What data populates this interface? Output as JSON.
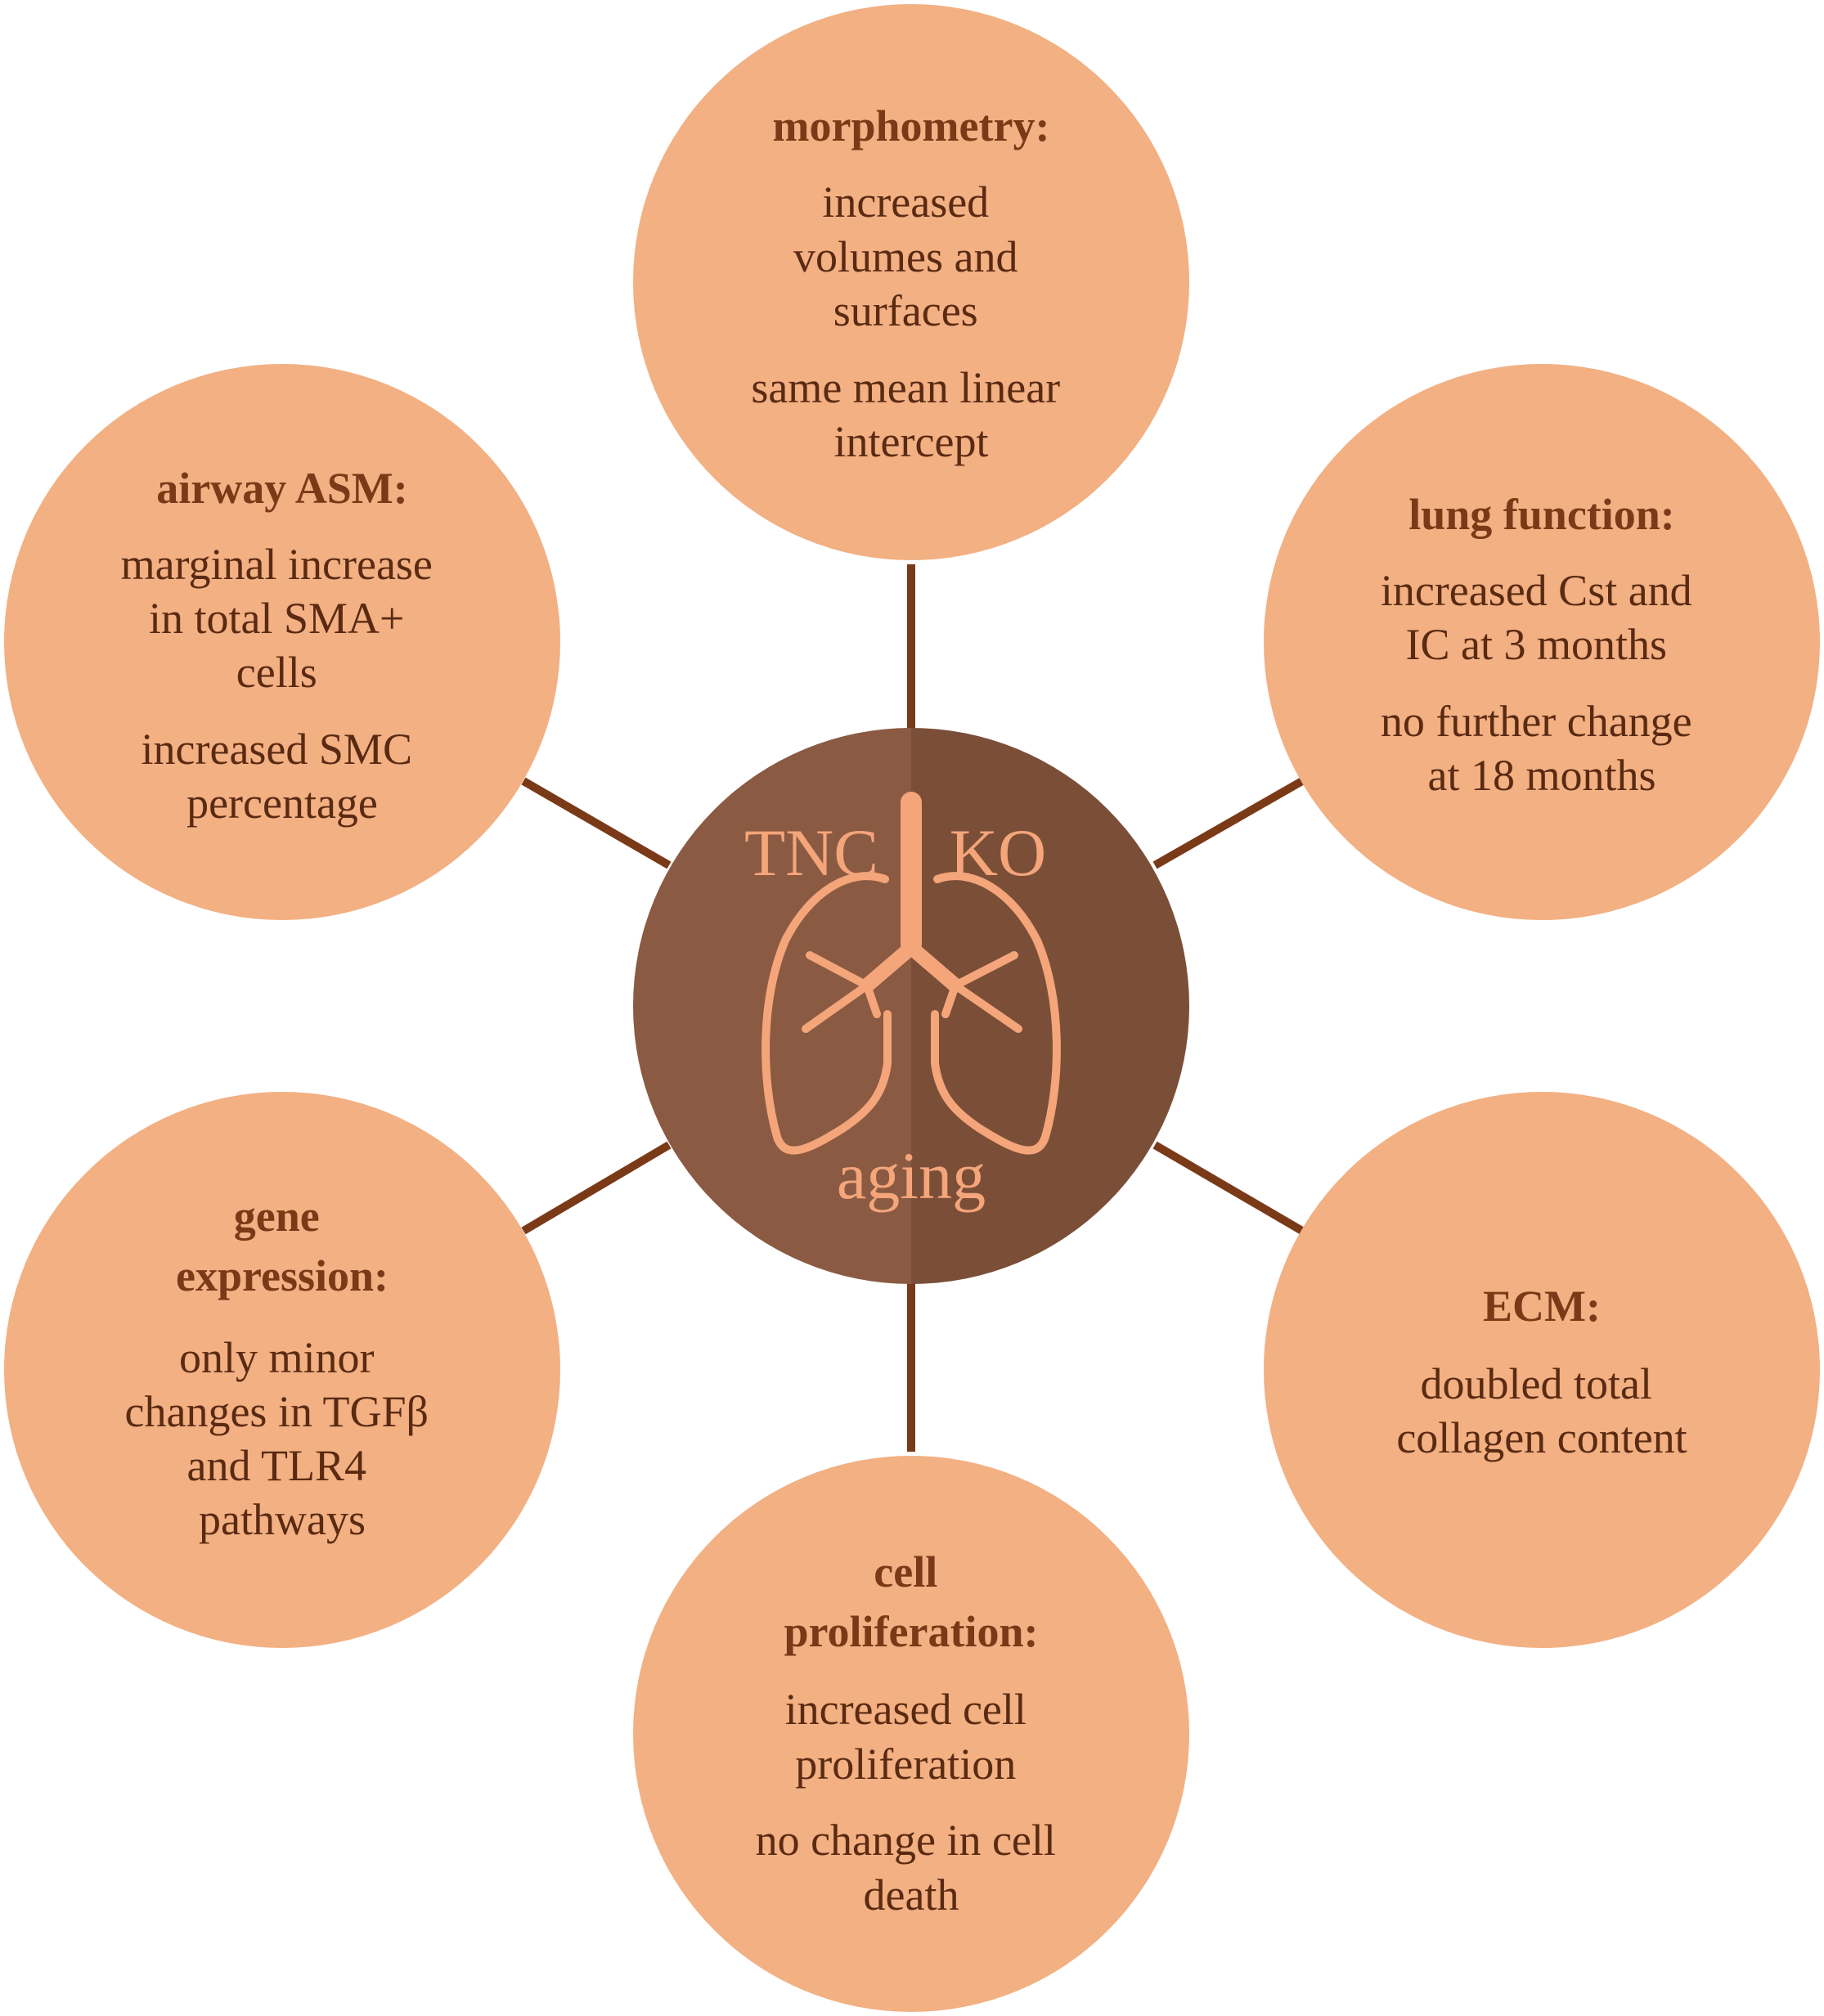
{
  "colors": {
    "node_fill": "#f2b083",
    "connector": "#7a3a17",
    "center_left": "#8b5a42",
    "center_right": "#7b4e38",
    "lung_stroke": "#f4a57a",
    "title_text": "#7a3a17",
    "body_text": "#5a2a12"
  },
  "center": {
    "top_left_label": "TNC",
    "top_right_label": "KO",
    "bottom_label": "aging",
    "icon": "lungs-icon"
  },
  "nodes": {
    "morphometry": {
      "title": [
        "morphometry:"
      ],
      "lines": [
        "increased",
        "volumes and",
        "surfaces",
        "same mean linear",
        "intercept"
      ]
    },
    "lung_function": {
      "title": [
        "lung function:"
      ],
      "lines": [
        "increased Cst and",
        "IC at 3 months",
        "no further change",
        "at 18 months"
      ]
    },
    "ecm": {
      "title": [
        "ECM:"
      ],
      "lines": [
        "doubled total",
        "collagen content"
      ]
    },
    "cell_proliferation": {
      "title": [
        "cell",
        "proliferation:"
      ],
      "lines": [
        "increased cell",
        "proliferation",
        "no change in cell",
        "death"
      ]
    },
    "gene_expression": {
      "title": [
        "gene",
        "expression:"
      ],
      "lines": [
        "only minor",
        "changes in TGFβ",
        "and TLR4",
        "pathways"
      ]
    },
    "airway_asm": {
      "title": [
        "airway ASM:"
      ],
      "lines": [
        "marginal increase",
        "in total SMA+",
        "cells",
        "increased SMC",
        "percentage"
      ]
    }
  }
}
